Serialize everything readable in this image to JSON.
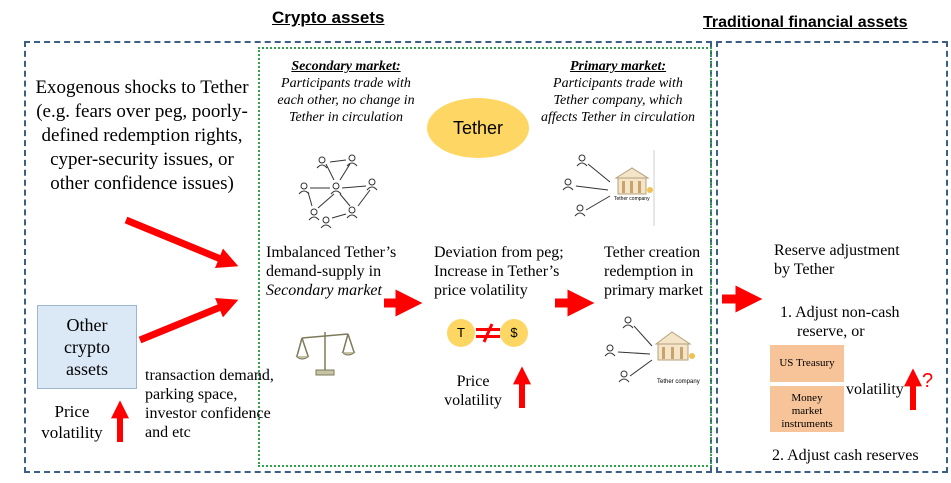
{
  "headers": {
    "crypto": "Crypto assets",
    "traditional": "Traditional financial assets"
  },
  "shocks": {
    "lines": [
      "Exogenous shocks to Tether",
      "(e.g. fears over peg, poorly-",
      "defined redemption rights,",
      "cyper-security issues, or",
      "other confidence issues)"
    ]
  },
  "other_crypto": {
    "lines": [
      "Other",
      "crypto",
      "assets"
    ]
  },
  "price_volatility_left": [
    "Price",
    "volatility"
  ],
  "transaction_text": [
    "transaction demand,",
    "parking space,",
    "investor confidence",
    "and etc"
  ],
  "secondary": {
    "title": "Secondary market:",
    "desc": [
      "Participants trade with",
      "each other, no change in",
      "Tether in circulation"
    ]
  },
  "primary": {
    "title": "Primary market:",
    "desc": [
      "Participants trade with",
      "Tether company, which",
      "affects Tether in circulation"
    ]
  },
  "tether_label": "Tether",
  "imbalanced": [
    "Imbalanced Tether’s",
    "demand-supply in",
    "Secondary market"
  ],
  "deviation": [
    "Deviation from peg;",
    "Increase in Tether’s",
    "price volatility"
  ],
  "creation": [
    "Tether creation",
    "redemption in",
    "primary market"
  ],
  "coin_t": "T",
  "coin_dollar": "$",
  "price_volatility_mid": [
    "Price",
    "volatility"
  ],
  "tether_company_1": "Tether company",
  "tether_company_2": "Tether company",
  "reserve": {
    "lines": [
      "Reserve adjustment",
      "by Tether"
    ],
    "item1": [
      "1. Adjust non-cash",
      "reserve, or"
    ],
    "us_treasury": "US Treasury",
    "money_market": [
      "Money",
      "market",
      "instruments"
    ],
    "volatility": "volatility",
    "question": "?",
    "item2": "2. Adjust cash reserves"
  },
  "colors": {
    "arrow": "#ff0000",
    "tether_fill": "#fdd663",
    "blue_box_fill": "#dbe8f6",
    "orange_box_fill": "#f7c49a",
    "dashed_border": "#3b5f86",
    "dotted_border": "#2fa24a"
  }
}
